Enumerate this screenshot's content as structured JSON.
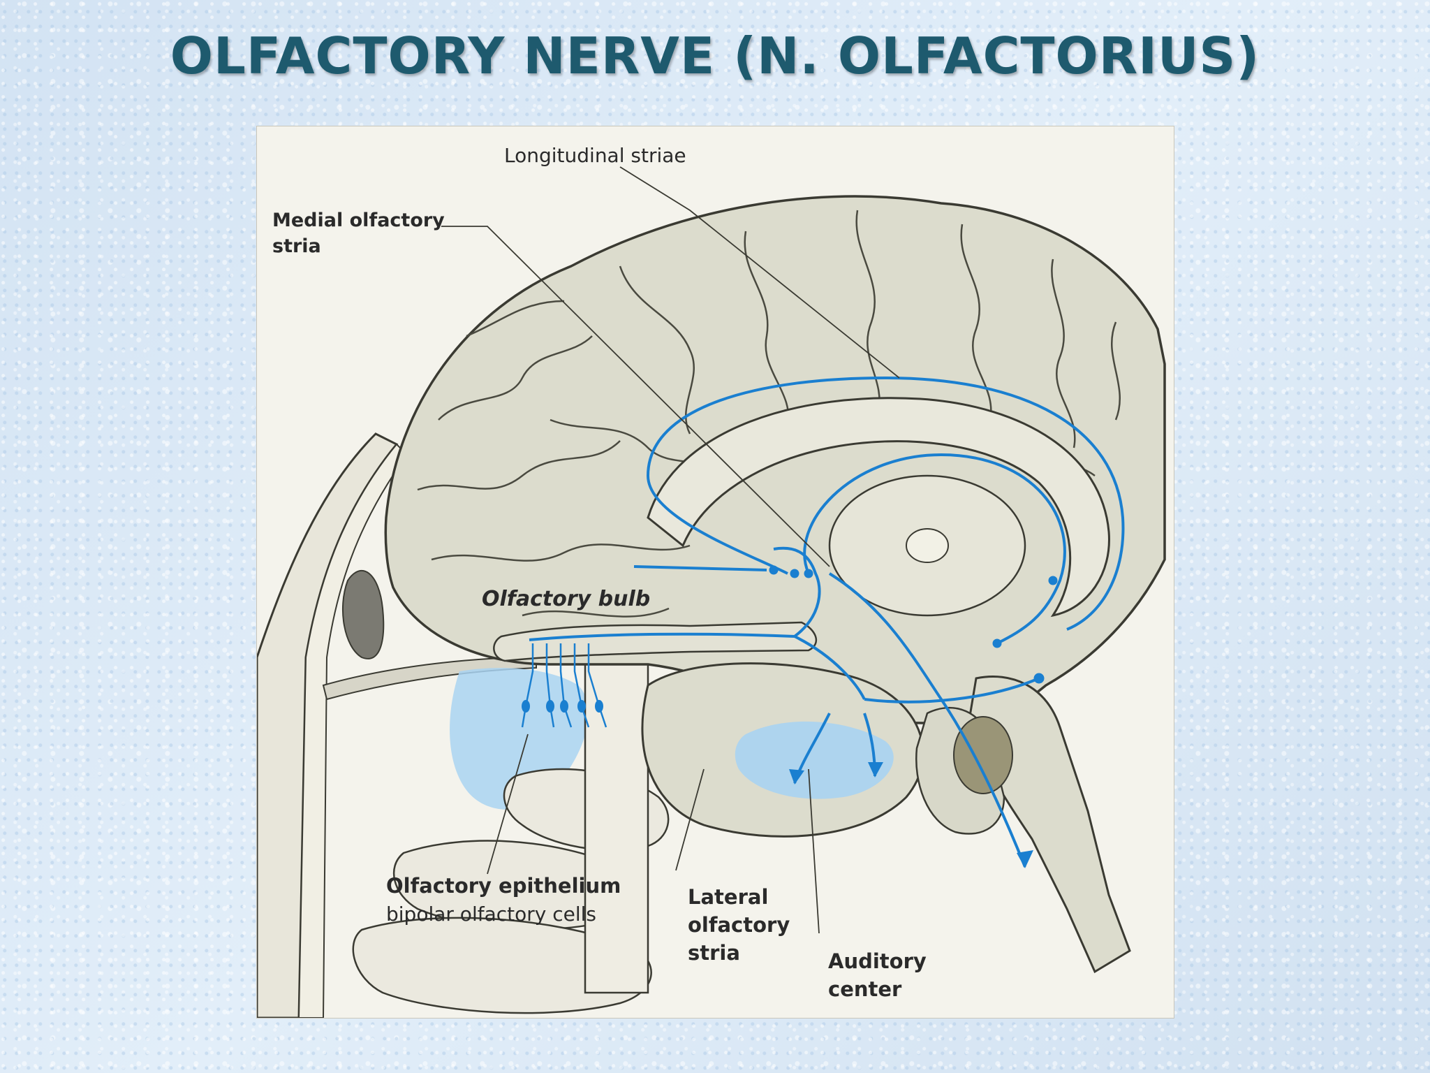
{
  "slide": {
    "title": "OLFACTORY NERVE (N. OLFACTORIUS)"
  },
  "diagram": {
    "labels": {
      "longitudinal_striae": "Longitudinal striae",
      "medial_stria_line1": "Medial olfactory",
      "medial_stria_line2": "stria",
      "olfactory_bulb": "Olfactory bulb",
      "epithelium_line1": "Olfactory epithelium",
      "epithelium_line2": "bipolar olfactory cells",
      "lateral_stria_line1": "Lateral",
      "lateral_stria_line2": "olfactory",
      "lateral_stria_line3": "stria",
      "auditory_line1": "Auditory",
      "auditory_line2": "center"
    },
    "colors": {
      "pathway": "#1a7fd0",
      "brain_fill": "#dcdccd",
      "light_blue_region": "#a9d3f2",
      "outline": "#3a3a32"
    }
  }
}
